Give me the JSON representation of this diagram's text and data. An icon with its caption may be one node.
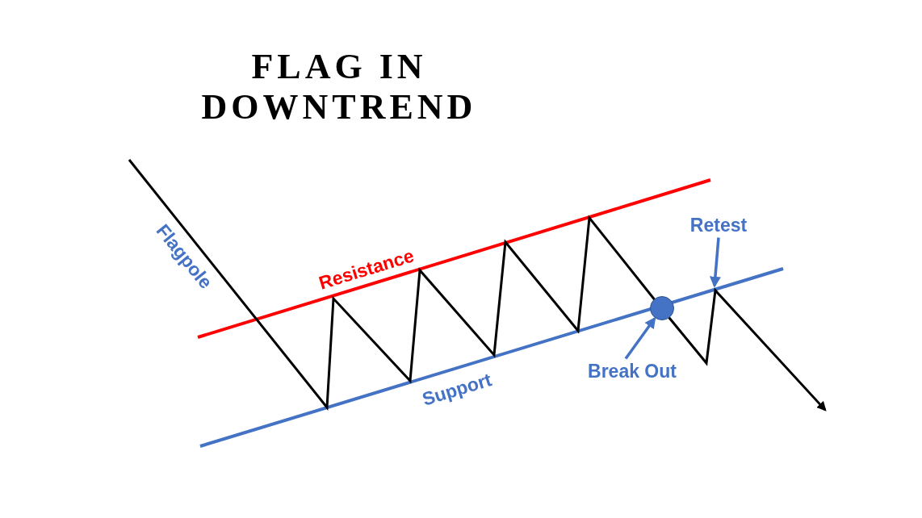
{
  "diagram": {
    "title": "FLAG IN DOWNTREND",
    "nodes": [
      {
        "text": [
          "Break Out"
        ]
      },
      {
        "text": [],
        "shape": "circle"
      },
      {
        "text": [
          "Retest"
        ]
      }
    ],
    "edges": [
      {
        "from": 0,
        "to": 1,
        "arrow": "to"
      },
      {
        "from": 2,
        "to": null,
        "arrow": "to"
      }
    ],
    "labels": [
      "Flagpole",
      "Resistance",
      "Support"
    ]
  }
}
